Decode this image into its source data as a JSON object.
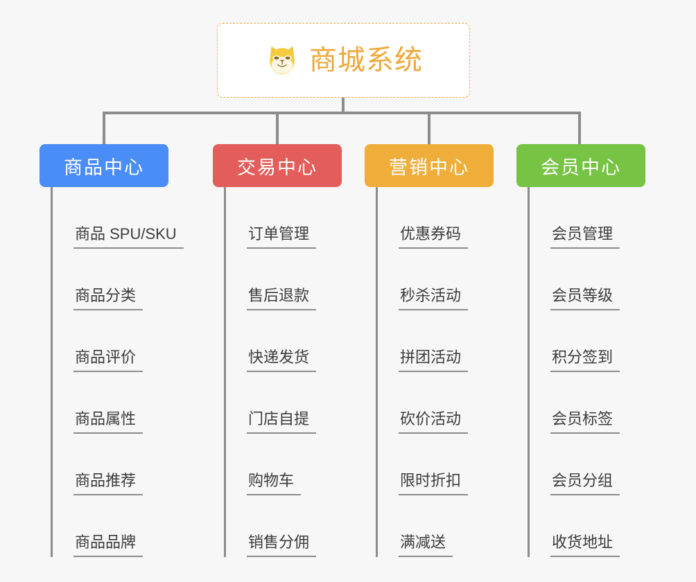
{
  "page": {
    "background_color": "#f7f7f7",
    "line_color": "#8c8c8c"
  },
  "root": {
    "title": "商城系统",
    "icon": "shiba-dog-face-emoji",
    "text_color": "#efa83a",
    "border_color": "#f0a93c",
    "background_color": "#ffffff"
  },
  "branches": [
    {
      "label": "商品中心",
      "color": "#4a8df6",
      "items": [
        {
          "label": "商品 SPU/SKU"
        },
        {
          "label": "商品分类"
        },
        {
          "label": "商品评价"
        },
        {
          "label": "商品属性"
        },
        {
          "label": "商品推荐"
        },
        {
          "label": "商品品牌"
        }
      ]
    },
    {
      "label": "交易中心",
      "color": "#e35d5b",
      "items": [
        {
          "label": "订单管理"
        },
        {
          "label": "售后退款"
        },
        {
          "label": "快递发货"
        },
        {
          "label": "门店自提"
        },
        {
          "label": "购物车"
        },
        {
          "label": "销售分佣"
        }
      ]
    },
    {
      "label": "营销中心",
      "color": "#efae3a",
      "items": [
        {
          "label": "优惠券码"
        },
        {
          "label": "秒杀活动"
        },
        {
          "label": "拼团活动"
        },
        {
          "label": "砍价活动"
        },
        {
          "label": "限时折扣"
        },
        {
          "label": "满减送"
        }
      ]
    },
    {
      "label": "会员中心",
      "color": "#77c344",
      "items": [
        {
          "label": "会员管理"
        },
        {
          "label": "会员等级"
        },
        {
          "label": "积分签到"
        },
        {
          "label": "会员标签"
        },
        {
          "label": "会员分组"
        },
        {
          "label": "收货地址"
        }
      ]
    }
  ]
}
